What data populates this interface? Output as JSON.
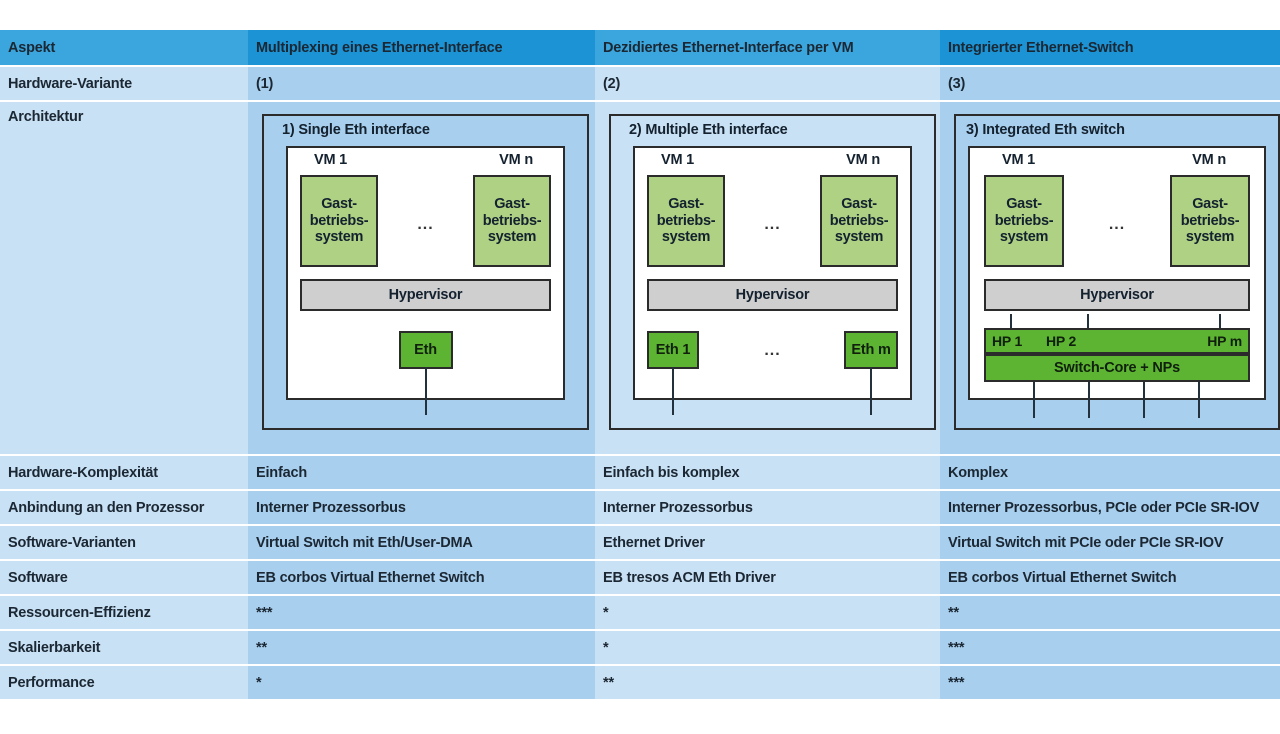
{
  "table": {
    "headers": [
      "Aspekt",
      "Multiplexing eines Ethernet-Interface",
      "Dezidiertes Ethernet-Interface per VM",
      "Integrierter Ethernet-Switch"
    ],
    "rows": [
      {
        "label": "Hardware-Variante",
        "values": [
          "(1)",
          "(2)",
          "(3)"
        ]
      },
      {
        "label": "Architektur",
        "values": [
          "",
          "",
          ""
        ]
      },
      {
        "label": "Hardware-Komplexität",
        "values": [
          "Einfach",
          "Einfach bis komplex",
          "Komplex"
        ]
      },
      {
        "label": "Anbindung an den Prozessor",
        "values": [
          "Interner Prozessorbus",
          "Interner Prozessorbus",
          "Interner Prozessorbus, PCIe oder PCIe SR-IOV"
        ]
      },
      {
        "label": "Software-Varianten",
        "values": [
          "Virtual Switch mit Eth/User-DMA",
          "Ethernet Driver",
          "Virtual Switch mit PCIe oder PCIe SR-IOV"
        ]
      },
      {
        "label": "Software",
        "values": [
          "EB corbos Virtual Ethernet Switch",
          "EB tresos ACM Eth Driver",
          "EB corbos Virtual Ethernet Switch"
        ]
      },
      {
        "label": "Ressourcen-Effizienz",
        "values": [
          "***",
          "*",
          "**"
        ]
      },
      {
        "label": "Skalierbarkeit",
        "values": [
          "**",
          "*",
          "***"
        ]
      },
      {
        "label": "Performance",
        "values": [
          "*",
          "**",
          "***"
        ]
      }
    ]
  },
  "diagrams": [
    {
      "title": "1) Single Eth interface",
      "vm_left": "VM 1",
      "vm_right": "VM n",
      "guest_os": "Gast-\nbetriebs-\nsystem",
      "guest_os_line1": "Gast-",
      "guest_os_line2": "betriebs-",
      "guest_os_line3": "system",
      "ellipsis": "...",
      "hypervisor": "Hypervisor",
      "eth_single": "Eth"
    },
    {
      "title": "2) Multiple Eth interface",
      "vm_left": "VM 1",
      "vm_right": "VM n",
      "guest_os_line1": "Gast-",
      "guest_os_line2": "betriebs-",
      "guest_os_line3": "system",
      "ellipsis": "...",
      "ellipsis_low": "...",
      "hypervisor": "Hypervisor",
      "eth_left": "Eth 1",
      "eth_right": "Eth m"
    },
    {
      "title": "3) Integrated Eth switch",
      "vm_left": "VM 1",
      "vm_right": "VM n",
      "guest_os_line1": "Gast-",
      "guest_os_line2": "betriebs-",
      "guest_os_line3": "system",
      "ellipsis": "...",
      "hypervisor": "Hypervisor",
      "hp1": "HP 1",
      "hp2": "HP 2",
      "hpm": "HP m",
      "switch_core": "Switch-Core + NPs"
    }
  ],
  "colors": {
    "header_dark": "#1b93d4",
    "header_light": "#3aa6dd",
    "cell_light": "#c9e1f4",
    "cell_mid": "#a8cfee",
    "guest_green": "#aed184",
    "eth_green": "#5cb432",
    "hypervisor_gray": "#cfcfcf",
    "stroke": "#2b2b2b"
  }
}
